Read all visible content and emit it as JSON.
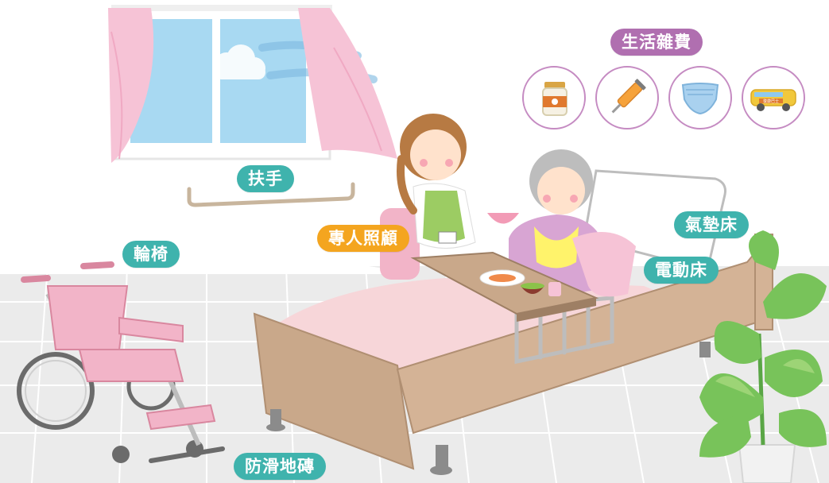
{
  "labels": {
    "living_expenses": "生活雜費",
    "handrail": "扶手",
    "wheelchair": "輪椅",
    "caregiver": "專人照顧",
    "air_mattress": "氣墊床",
    "electric_bed": "電動床",
    "anti_slip_tiles": "防滑地磚"
  },
  "icons": [
    "supplement-jar-icon",
    "syringe-icon",
    "adult-diaper-icon",
    "rehab-bus-icon"
  ],
  "bus_sign": "復康巴士",
  "colors": {
    "teal": "#3fb3ad",
    "orange": "#f4a51f",
    "purple": "#b06fb0",
    "circle_border": "#c58bc2",
    "floor": "#e6e6e6",
    "bed_frame": "#c9a88a",
    "curtain": "#f6c3d6"
  }
}
